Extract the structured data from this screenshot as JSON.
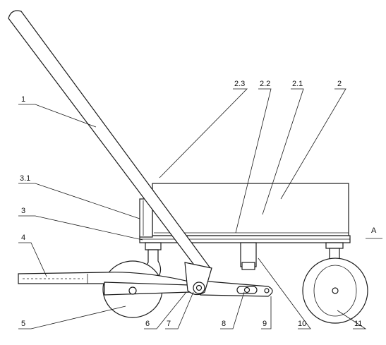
{
  "labels": {
    "l1": "1",
    "l2": "2",
    "l2_1": "2.1",
    "l2_2": "2.2",
    "l2_3": "2.3",
    "l3": "3",
    "l3_1": "3.1",
    "l4": "4",
    "l5": "5",
    "l6": "6",
    "l7": "7",
    "l8": "8",
    "l9": "9",
    "l10": "10",
    "l11": "11",
    "lA": "A"
  },
  "colors": {
    "line": "#1a1a1a",
    "background": "#ffffff",
    "shade": "#e9e9e9"
  }
}
